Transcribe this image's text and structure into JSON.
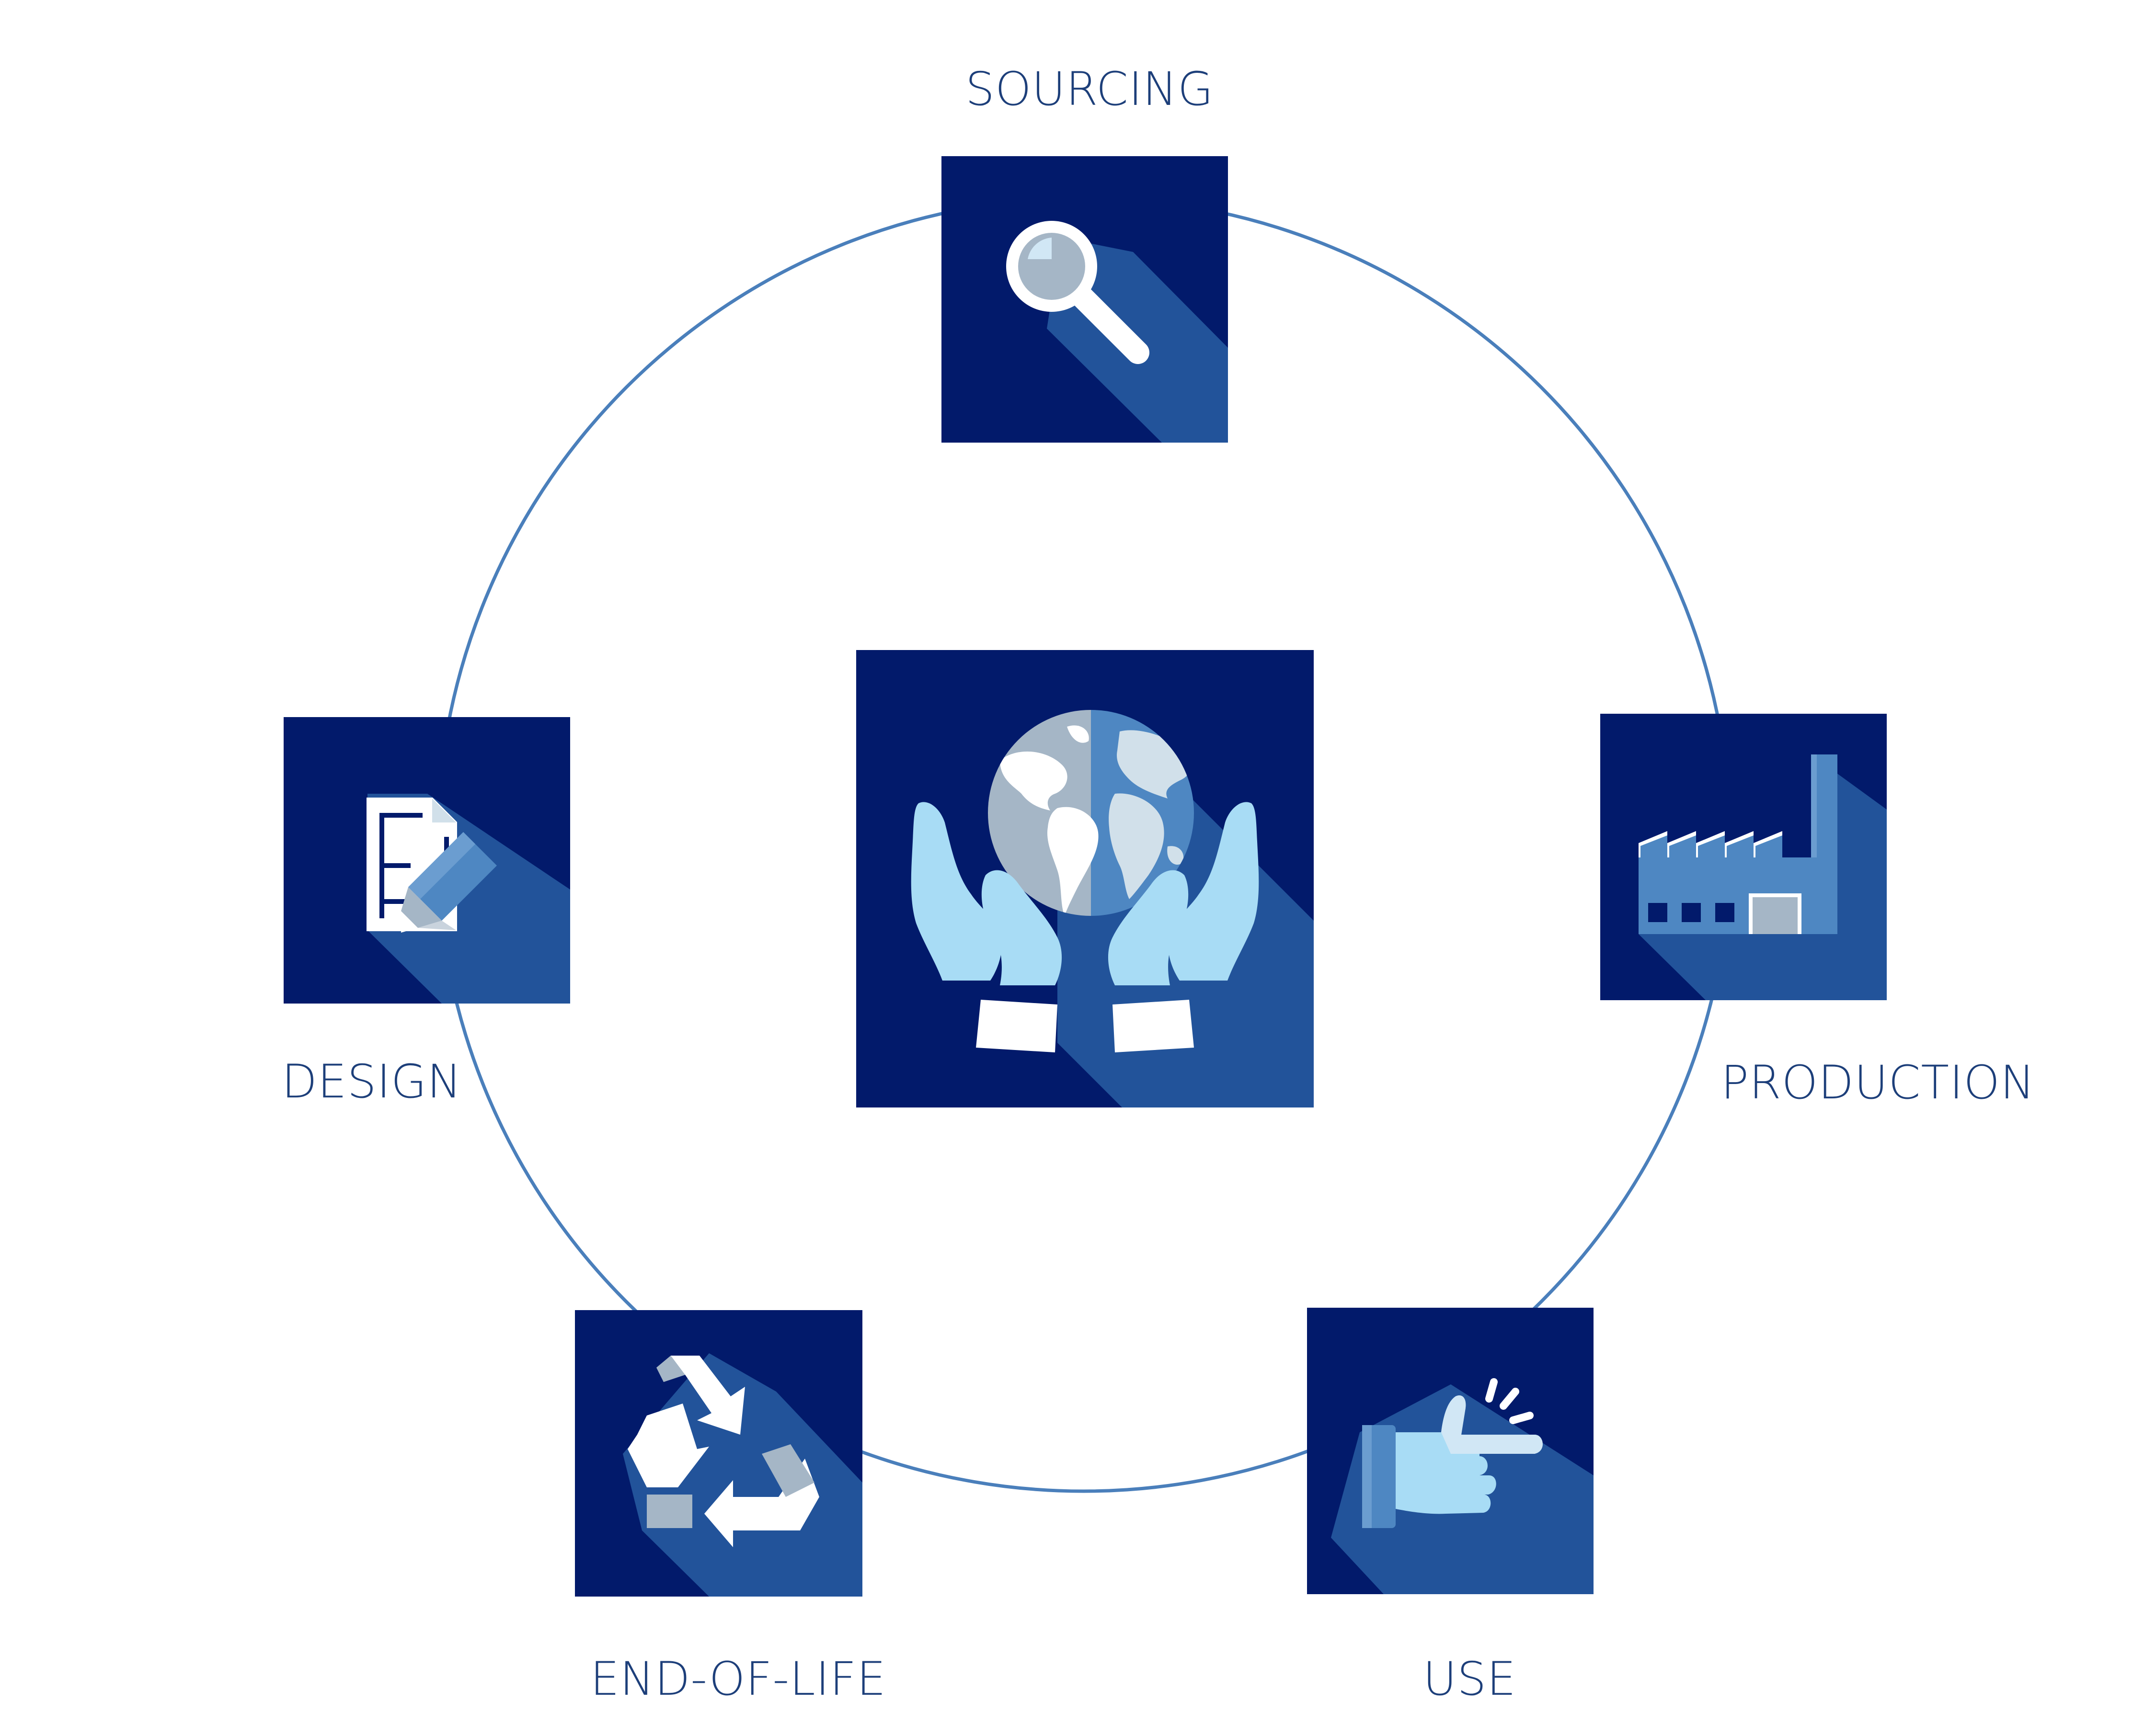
{
  "colors": {
    "tile_bg": "#021a6b",
    "shadow": "#22539a",
    "ring": "#4a7fbb",
    "label": "#1d3f7a",
    "light_blue": "#a8dcf5",
    "pale_blue": "#d1e7f5",
    "grey_blue": "#a5b6c6",
    "mid_blue": "#4e87c2",
    "white": "#ffffff"
  },
  "stages": {
    "sourcing": {
      "label": "SOURCING",
      "icon": "magnifier-icon"
    },
    "production": {
      "label": "PRODUCTION",
      "icon": "factory-icon"
    },
    "use": {
      "label": "USE",
      "icon": "pointing-hand-icon"
    },
    "end_of_life": {
      "label": "END-OF-LIFE",
      "icon": "recycle-icon"
    },
    "design": {
      "label": "DESIGN",
      "icon": "blueprint-pencil-icon"
    }
  },
  "center": {
    "icon": "hands-holding-globe-icon"
  }
}
